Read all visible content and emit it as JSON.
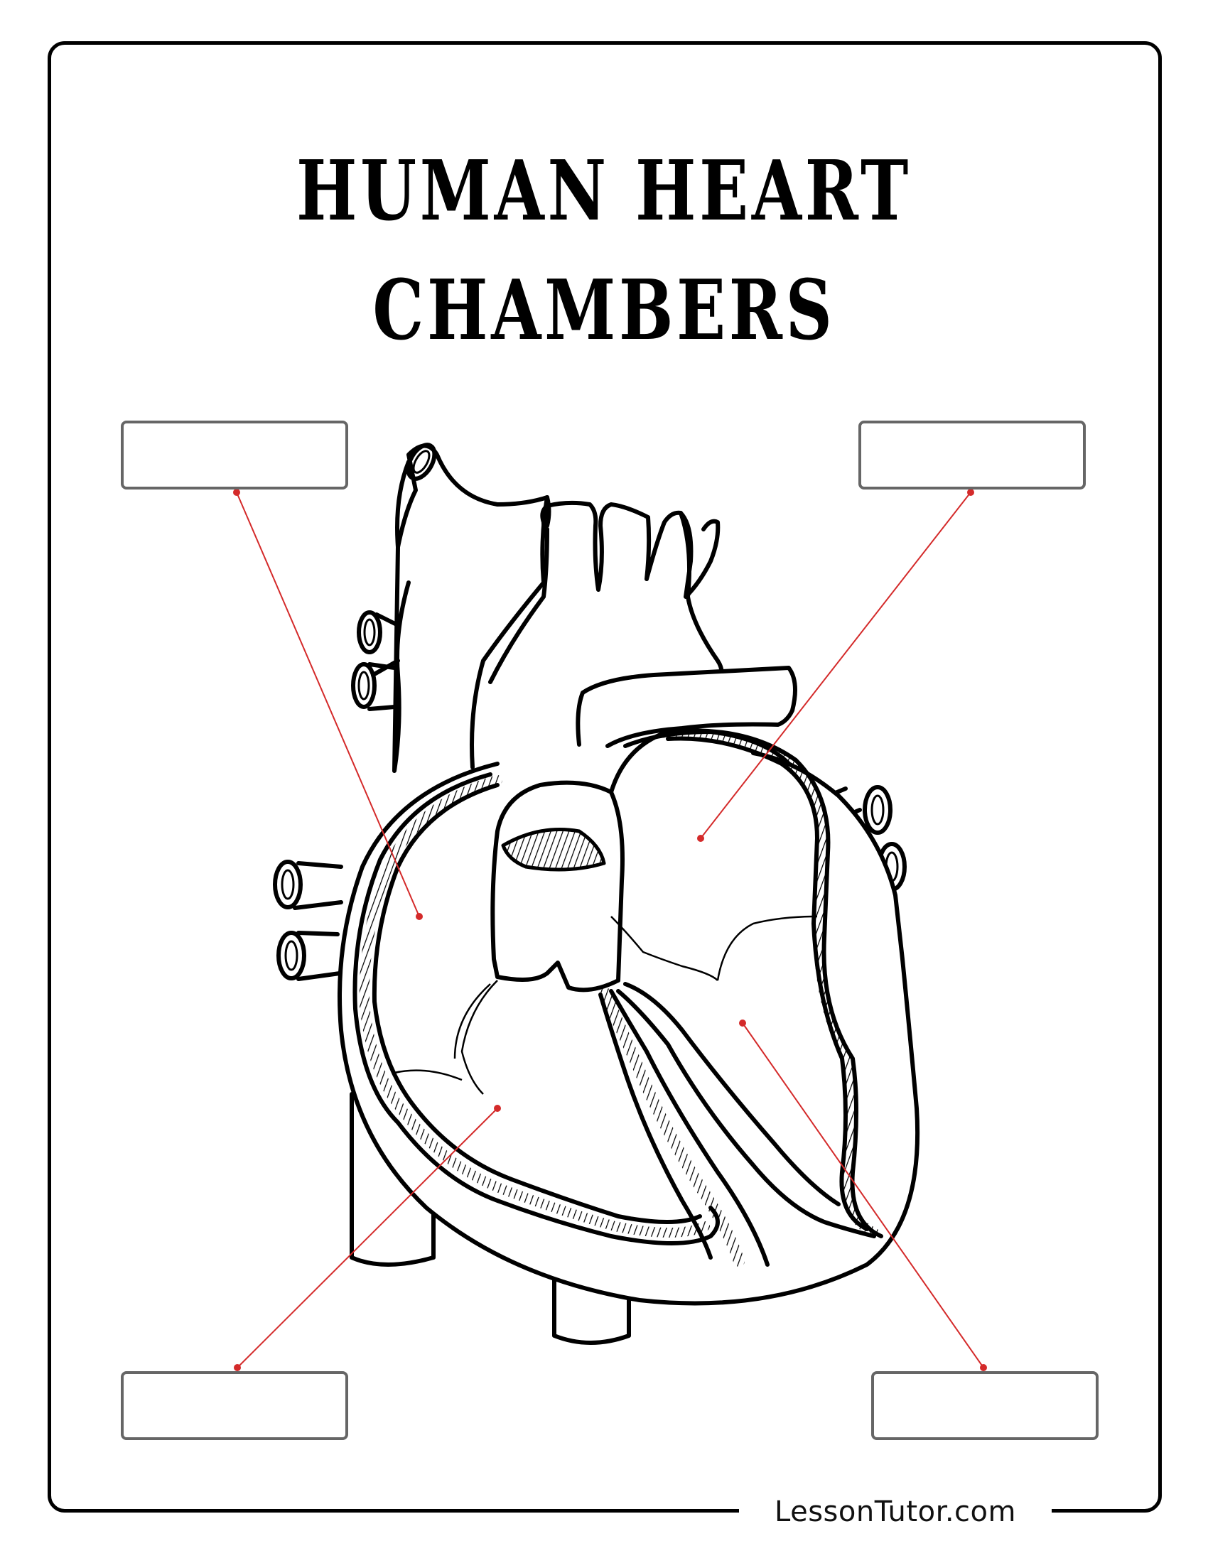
{
  "title": {
    "line1": "HUMAN HEART",
    "line2": "CHAMBERS"
  },
  "label_boxes": [
    {
      "id": "top-left",
      "value": "",
      "points_to": "right atrium"
    },
    {
      "id": "top-right",
      "value": "",
      "points_to": "left atrium"
    },
    {
      "id": "bottom-left",
      "value": "",
      "points_to": "right ventricle"
    },
    {
      "id": "bottom-right",
      "value": "",
      "points_to": "left ventricle"
    }
  ],
  "colors": {
    "leader_line": "#d42a2a",
    "box_border": "#666666",
    "outline": "#000000"
  },
  "footer": {
    "brand": "LessonTutor.com"
  }
}
